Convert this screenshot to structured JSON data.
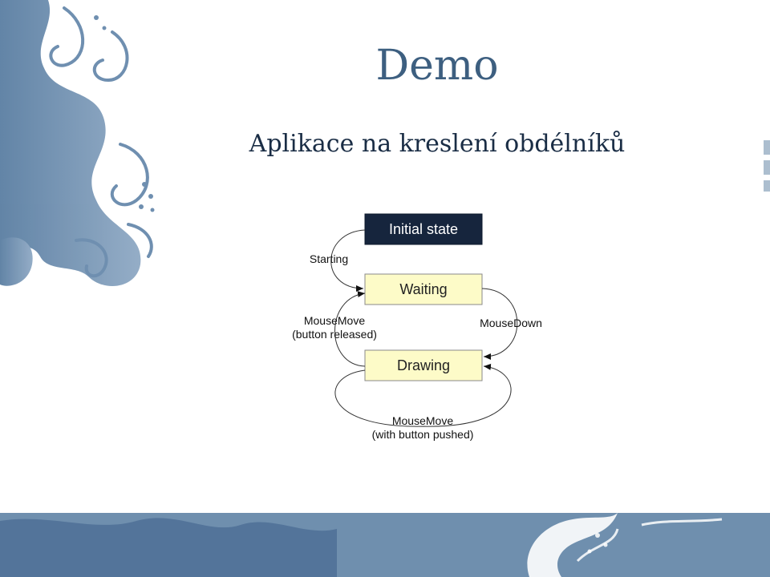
{
  "slide": {
    "title": "Demo",
    "subtitle": "Aplikace na kreslení obdélníků"
  },
  "diagram": {
    "states": {
      "initial": "Initial state",
      "waiting": "Waiting",
      "drawing": "Drawing"
    },
    "transitions": {
      "starting": "Starting",
      "mousemove_released_1": "MouseMove",
      "mousemove_released_2": "(button released)",
      "mousedown": "MouseDown",
      "mousemove_pushed_1": "MouseMove",
      "mousemove_pushed_2": "(with button pushed)"
    }
  },
  "colors": {
    "title": "#3d5f80",
    "initial_fill": "#16253d",
    "state_fill": "#fdfbc8",
    "decor": "#5f82a6",
    "footer_band": "#6f8fae"
  }
}
